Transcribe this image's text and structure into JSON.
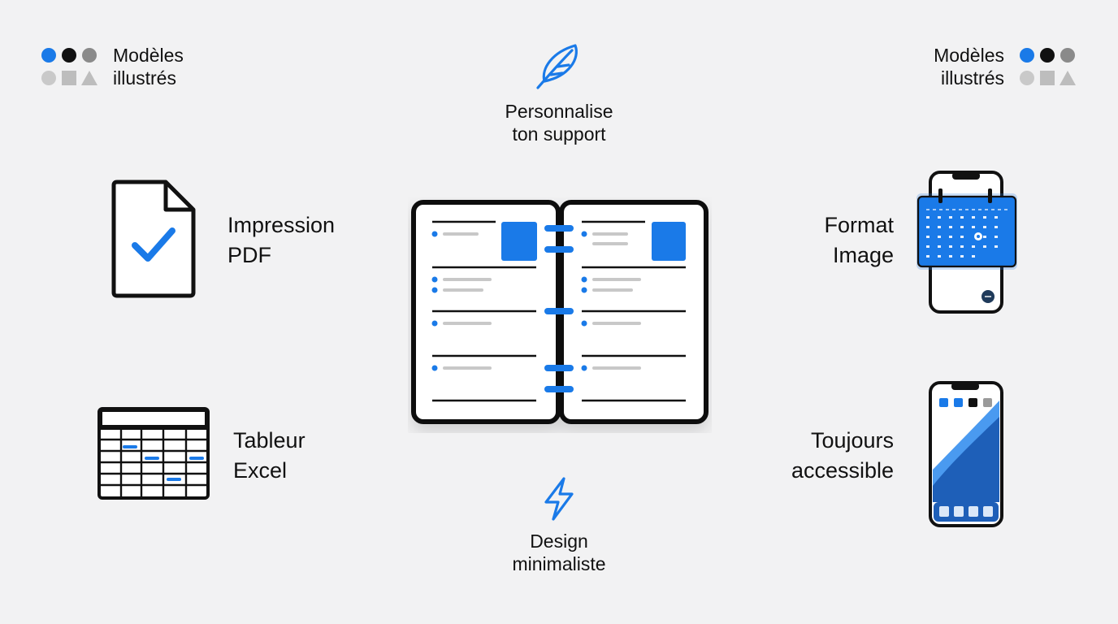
{
  "colors": {
    "accent": "#1a7ae8",
    "ink": "#111111",
    "mid_gray": "#8a8a8a",
    "light_gray": "#c9c9c9",
    "background": "#f2f2f3"
  },
  "badge_left": {
    "line1": "Modèles",
    "line2": "illustrés",
    "icon": "shapes-palette-icon"
  },
  "badge_right": {
    "line1": "Modèles",
    "line2": "illustrés",
    "icon": "shapes-palette-icon"
  },
  "top_feature": {
    "line1": "Personnalise",
    "line2": "ton support",
    "icon": "feather-icon"
  },
  "bottom_feature": {
    "line1": "Design",
    "line2": "minimaliste",
    "icon": "lightning-icon"
  },
  "features_left": [
    {
      "line1": "Impression",
      "line2": "PDF",
      "icon": "document-check-icon"
    },
    {
      "line1": "Tableur",
      "line2": "Excel",
      "icon": "spreadsheet-icon"
    }
  ],
  "features_right": [
    {
      "line1": "Format",
      "line2": "Image",
      "icon": "phone-calendar-icon"
    },
    {
      "line1": "Toujours",
      "line2": "accessible",
      "icon": "smartphone-icon"
    }
  ],
  "center": {
    "icon": "open-planner-icon"
  }
}
